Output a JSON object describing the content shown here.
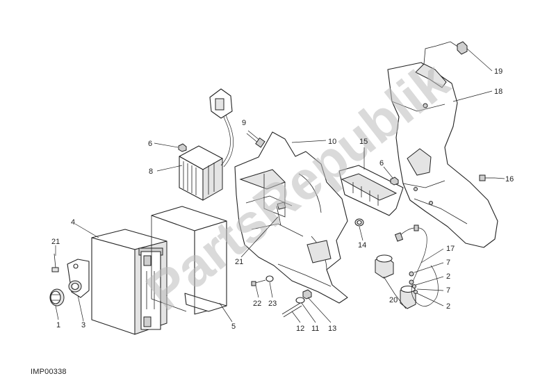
{
  "watermark": "PartsRepublik",
  "drawing_code": "IMP00338",
  "callouts": [
    {
      "id": "c1",
      "text": "1"
    },
    {
      "id": "c3",
      "text": "3"
    },
    {
      "id": "c21a",
      "text": "21"
    },
    {
      "id": "c4",
      "text": "4"
    },
    {
      "id": "c5",
      "text": "5"
    },
    {
      "id": "c6a",
      "text": "6"
    },
    {
      "id": "c8",
      "text": "8"
    },
    {
      "id": "c9",
      "text": "9"
    },
    {
      "id": "c10",
      "text": "10"
    },
    {
      "id": "c21b",
      "text": "21"
    },
    {
      "id": "c22",
      "text": "22"
    },
    {
      "id": "c23",
      "text": "23"
    },
    {
      "id": "c12",
      "text": "12"
    },
    {
      "id": "c11",
      "text": "11"
    },
    {
      "id": "c13",
      "text": "13"
    },
    {
      "id": "c15",
      "text": "15"
    },
    {
      "id": "c6b",
      "text": "6"
    },
    {
      "id": "c14",
      "text": "14"
    },
    {
      "id": "c20",
      "text": "20"
    },
    {
      "id": "c17",
      "text": "17"
    },
    {
      "id": "c7a",
      "text": "7"
    },
    {
      "id": "c2a",
      "text": "2"
    },
    {
      "id": "c7b",
      "text": "7"
    },
    {
      "id": "c2b",
      "text": "2"
    },
    {
      "id": "c16",
      "text": "16"
    },
    {
      "id": "c18",
      "text": "18"
    },
    {
      "id": "c19",
      "text": "19"
    }
  ]
}
